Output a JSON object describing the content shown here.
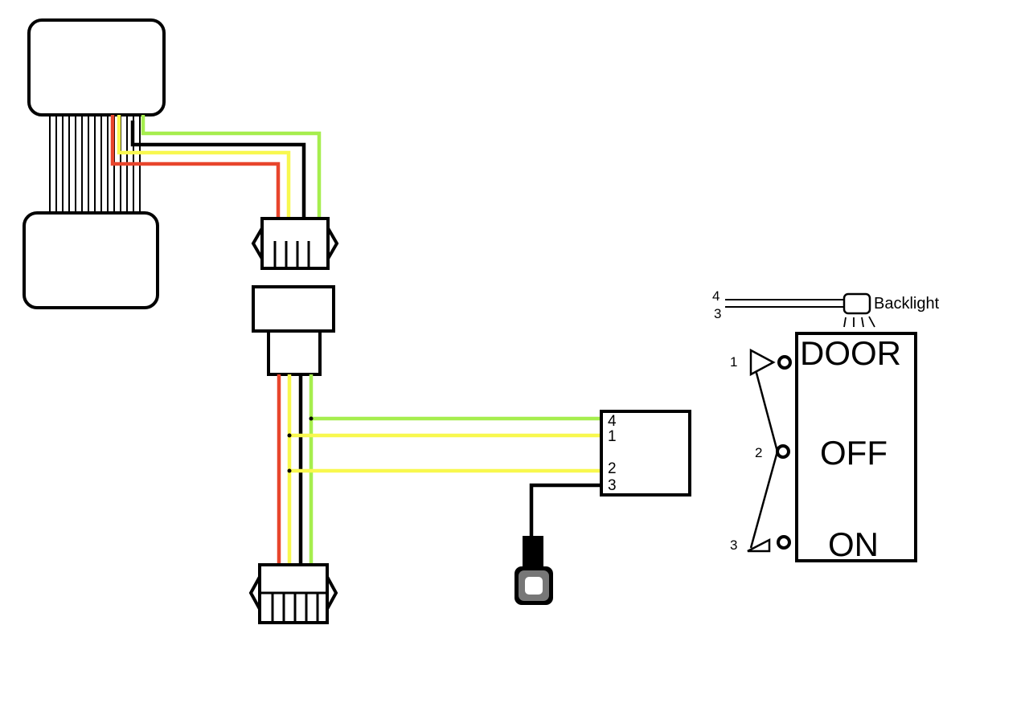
{
  "colors": {
    "red": "#e8452c",
    "yellow": "#f8f84e",
    "black": "#000000",
    "green": "#a6ee4e",
    "gray": "#777777",
    "background": "#ffffff"
  },
  "relay_block": {
    "pins": {
      "p4": "4",
      "p1": "1",
      "p2": "2",
      "p3": "3"
    }
  },
  "switch": {
    "positions": {
      "top": "DOOR",
      "middle": "OFF",
      "bottom": "ON"
    },
    "terminals": {
      "t1": "1",
      "t2": "2",
      "t3": "3"
    },
    "backlight": {
      "label": "Backlight",
      "pin_top": "4",
      "pin_bottom": "3"
    }
  },
  "icons": [
    "ribbon-cable-connector-icon",
    "plug-connector-icon",
    "inline-fuse-icon",
    "ring-terminal-icon",
    "backlight-bulb-icon"
  ]
}
